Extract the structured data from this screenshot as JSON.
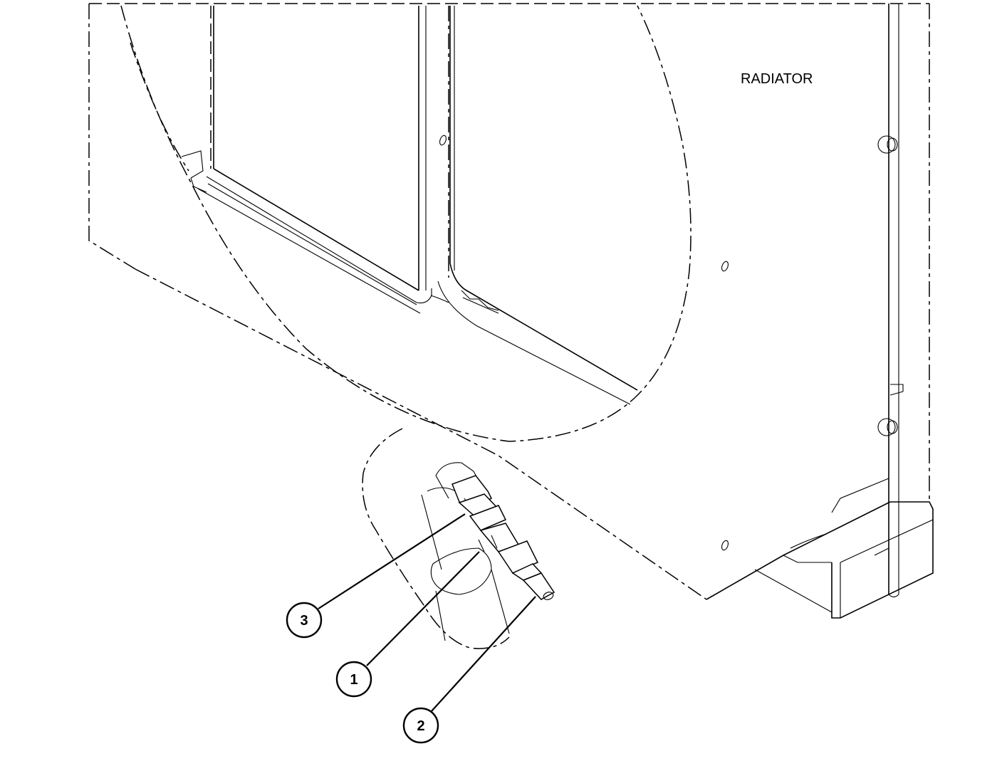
{
  "diagram": {
    "component_label": "RADIATOR",
    "callouts": [
      {
        "number": "3"
      },
      {
        "number": "1"
      },
      {
        "number": "2"
      }
    ]
  }
}
